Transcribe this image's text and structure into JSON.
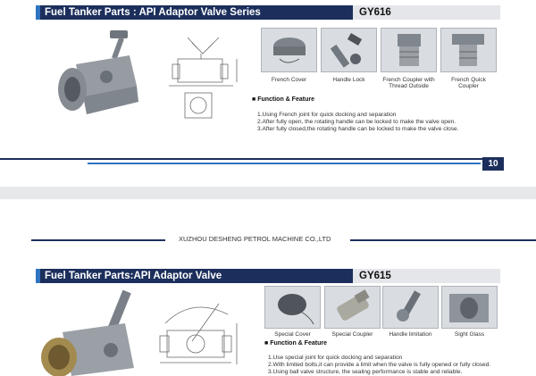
{
  "top": {
    "title": "Fuel Tanker Parts : API Adaptor Valve Series",
    "code": "GY616",
    "thumbs": [
      {
        "caption": "French Cover"
      },
      {
        "caption": "Handle Lock"
      },
      {
        "caption": "French Coupler with Thread Outside"
      },
      {
        "caption": "French Quick Coupler"
      }
    ],
    "feature_title": "Function & Feature",
    "features": [
      "1.Using French joint for quick docking and separation",
      "2.After fully open, the rotating handle can be locked to make the valve open.",
      "3.After fully closed,the rotating handle can be locked to make the valve close."
    ],
    "page_number": "10"
  },
  "mid": {
    "company": "XUZHOU DESHENG PETROL MACHINE CO.,LTD"
  },
  "bottom": {
    "title": "Fuel Tanker Parts:API Adaptor Valve",
    "code": "GY615",
    "thumbs": [
      {
        "caption": "Special Cover"
      },
      {
        "caption": "Special Coupler"
      },
      {
        "caption": "Handle limitation"
      },
      {
        "caption": "Sight Glass"
      }
    ],
    "feature_title": "Function & Feature",
    "features": [
      "1.Use special joint for quick docking and separation",
      "2.With limited bolts,it can provide a limit when the valve is fully opened or fully closed.",
      "3.Using ball valve structure, the sealing performance is stable and reliable."
    ]
  }
}
